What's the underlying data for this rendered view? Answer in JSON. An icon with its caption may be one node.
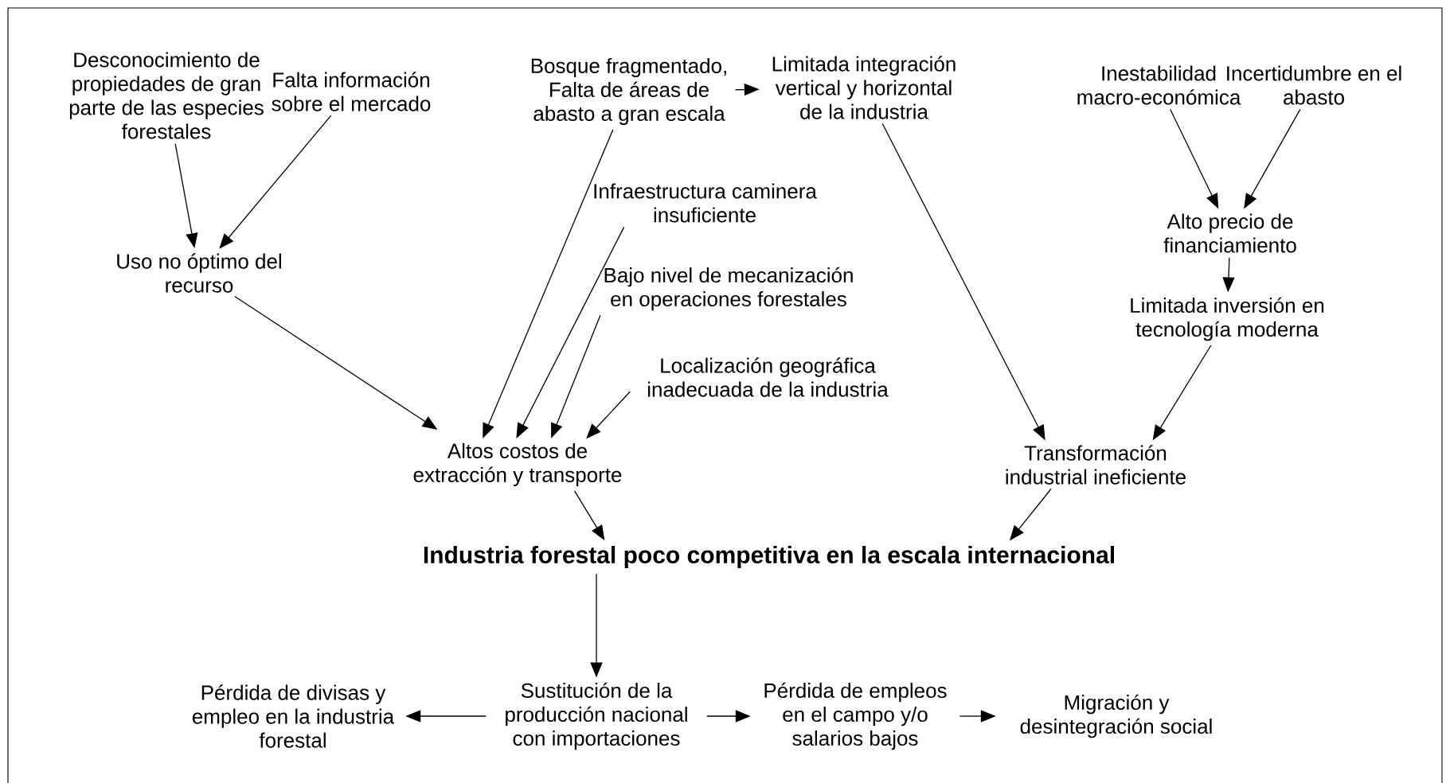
{
  "diagram": {
    "nodes": [
      {
        "text": [
          "Desconocimiento de propiedades de gran parte de las especies forestales"
        ]
      },
      {
        "text": [
          "Falta información sobre el mercado"
        ]
      },
      {
        "text": [
          "Bosque fragmentado, Falta de áreas de abasto a gran escala"
        ]
      },
      {
        "text": [
          "Limitada integración vertical y horizontal de la industria"
        ]
      },
      {
        "text": [
          "Inestabilidad macro-económica"
        ]
      },
      {
        "text": [
          "Incertidumbre en el abasto"
        ]
      },
      {
        "text": [
          "Uso no óptimo del recurso"
        ]
      },
      {
        "text": [
          "Infraestructura caminera insuficiente"
        ]
      },
      {
        "text": [
          "Alto precio de financiamiento"
        ]
      },
      {
        "text": [
          "Bajo nivel de mecanización en operaciones forestales"
        ]
      },
      {
        "text": [
          "Limitada inversión en tecnología moderna"
        ]
      },
      {
        "text": [
          "Localización geográfica inadecuada de la industria"
        ]
      },
      {
        "text": [
          "Altos costos de extracción y transporte"
        ]
      },
      {
        "text": [
          "Transformación industrial ineficiente"
        ]
      },
      {
        "text": [
          "Industria forestal poco competitiva en la escala internacional"
        ]
      },
      {
        "text": [
          "Pérdida de divisas y empleo en la industria forestal"
        ]
      },
      {
        "text": [
          "Sustitución de la producción nacional con importaciones"
        ]
      },
      {
        "text": [
          "Pérdida de empleos en el campo y/o salarios bajos"
        ]
      },
      {
        "text": [
          "Migración y desintegración social"
        ]
      }
    ],
    "edges": [
      {
        "from": 0,
        "to": 6,
        "arrow": "to"
      },
      {
        "from": 1,
        "to": 6,
        "arrow": "to"
      },
      {
        "from": 2,
        "to": 3,
        "arrow": "to"
      },
      {
        "from": 2,
        "to": 12,
        "arrow": "to"
      },
      {
        "from": 7,
        "to": 12,
        "arrow": "to"
      },
      {
        "from": 9,
        "to": 12,
        "arrow": "to"
      },
      {
        "from": 11,
        "to": 12,
        "arrow": "to"
      },
      {
        "from": 6,
        "to": 12,
        "arrow": "to"
      },
      {
        "from": 3,
        "to": 13,
        "arrow": "to"
      },
      {
        "from": 4,
        "to": 8,
        "arrow": "to"
      },
      {
        "from": 5,
        "to": 8,
        "arrow": "to"
      },
      {
        "from": 8,
        "to": 10,
        "arrow": "to"
      },
      {
        "from": 10,
        "to": 13,
        "arrow": "to"
      },
      {
        "from": 12,
        "to": 14,
        "arrow": "to"
      },
      {
        "from": 13,
        "to": 14,
        "arrow": "to"
      },
      {
        "from": 14,
        "to": 16,
        "arrow": "to"
      },
      {
        "from": 16,
        "to": 15,
        "arrow": "to"
      },
      {
        "from": 16,
        "to": 17,
        "arrow": "to"
      },
      {
        "from": 17,
        "to": 18,
        "arrow": "to"
      }
    ]
  }
}
